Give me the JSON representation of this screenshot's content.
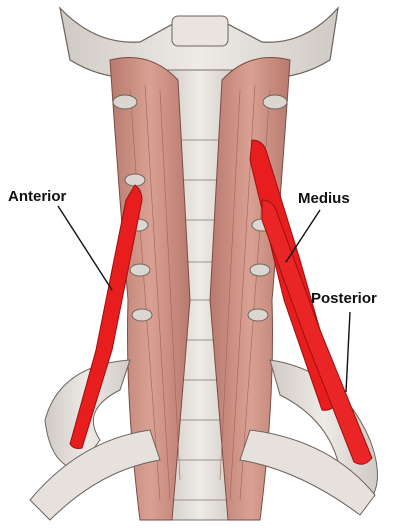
{
  "labels": {
    "anterior": "Anterior",
    "medius": "Medius",
    "posterior": "Posterior"
  },
  "colors": {
    "muscle_highlight": "#e81d1d",
    "muscle_body": "#cf9384",
    "bone": "#d9d4cf",
    "leader_line": "#111111"
  }
}
